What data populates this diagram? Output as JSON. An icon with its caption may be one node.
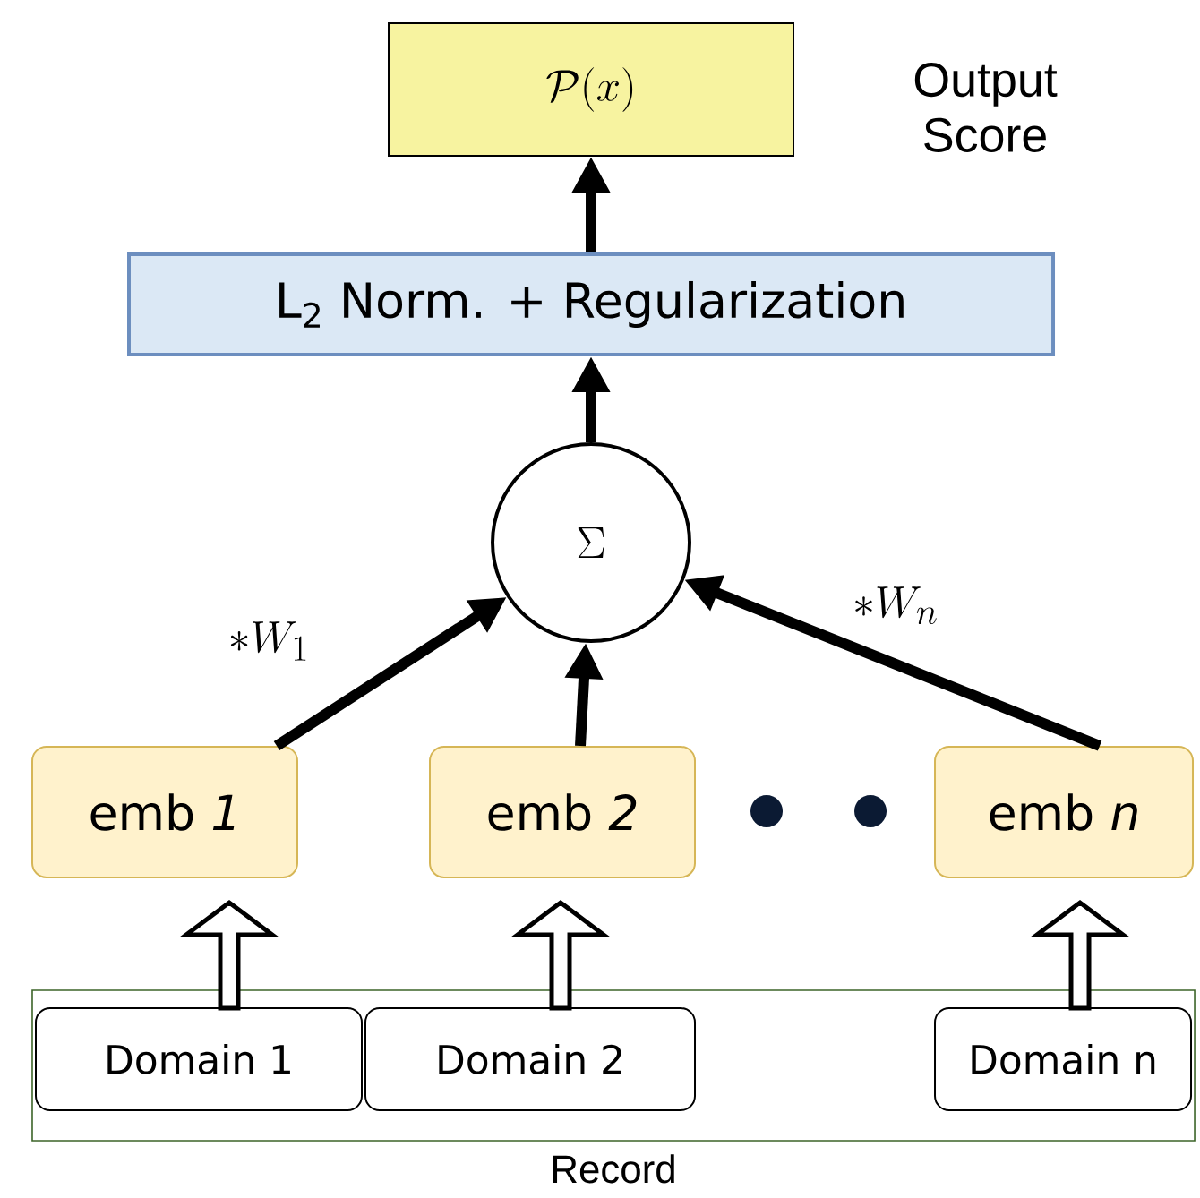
{
  "diagram": {
    "nodes": [
      {
        "text": [
          "\\mathcal{P}(x)"
        ],
        "beside": [
          "Output Score"
        ]
      },
      {
        "text": [
          "L$_{2}$ Norm. + Regularization"
        ]
      },
      {
        "text": [
          "\\Sigma"
        ]
      },
      {
        "text": [
          "emb *1*"
        ]
      },
      {
        "text": [
          "emb *2*"
        ]
      },
      {
        "text": [
          "emb *n*"
        ]
      },
      {
        "text": [
          "Record"
        ]
      },
      {
        "text": [
          "Domain 1"
        ],
        "in": 6
      },
      {
        "text": [
          "Domain 2"
        ],
        "in": 6
      },
      {
        "text": [
          "Domain n"
        ],
        "in": 6
      }
    ],
    "edges": [
      {
        "from": 1,
        "to": 0,
        "arrow": "to"
      },
      {
        "from": 2,
        "to": 1,
        "arrow": "to"
      },
      {
        "from": 3,
        "to": 2,
        "arrow": "to",
        "label": "\\ast W_1"
      },
      {
        "from": 4,
        "to": 2,
        "arrow": "to"
      },
      {
        "from": 5,
        "to": 2,
        "arrow": "to",
        "label": "\\ast W_n"
      },
      {
        "from": 7,
        "to": 3,
        "arrow": "to"
      },
      {
        "from": 8,
        "to": 4,
        "arrow": "to"
      },
      {
        "from": 9,
        "to": 5,
        "arrow": "to"
      }
    ]
  }
}
